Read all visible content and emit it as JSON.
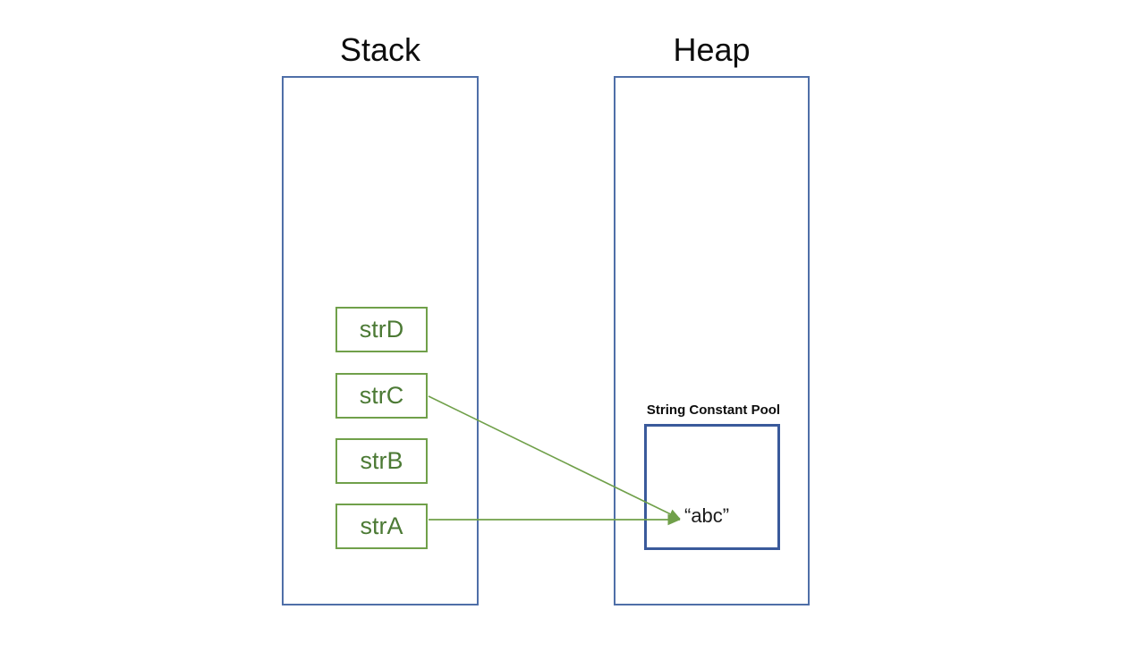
{
  "diagram": {
    "title_stack": "Stack",
    "title_heap": "Heap",
    "background": "#ffffff",
    "colors": {
      "region_border": "#4f6fa8",
      "variable_border": "#70a04a",
      "variable_text": "#4c7a35",
      "pool_border": "#3a5a9b",
      "arrow": "#70a04a",
      "title_text": "#0d0d0d"
    }
  },
  "stack": {
    "label": "Stack",
    "variables": [
      {
        "name": "strD",
        "label": "strD",
        "has_reference": false
      },
      {
        "name": "strC",
        "label": "strC",
        "has_reference": true
      },
      {
        "name": "strB",
        "label": "strB",
        "has_reference": false
      },
      {
        "name": "strA",
        "label": "strA",
        "has_reference": true
      }
    ]
  },
  "heap": {
    "label": "Heap",
    "string_constant_pool": {
      "label": "String Constant Pool",
      "entries": [
        {
          "value": "“abc”"
        }
      ]
    }
  },
  "references": [
    {
      "from": "strC",
      "to": "“abc”"
    },
    {
      "from": "strA",
      "to": "“abc”"
    }
  ]
}
